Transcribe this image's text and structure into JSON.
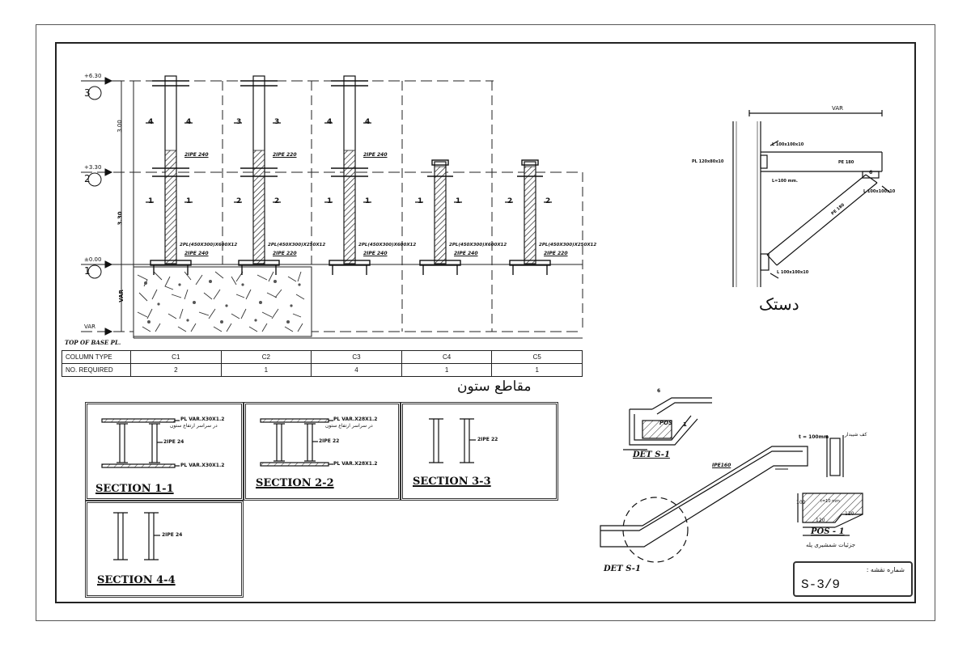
{
  "elevation": {
    "levels": [
      {
        "number": "3",
        "elev": "+6.30"
      },
      {
        "number": "2",
        "elev": "+3.30"
      },
      {
        "number": "1",
        "elev": "±0.00"
      }
    ],
    "base_elev": "VAR",
    "dims": {
      "upper": "3.00",
      "lower": "3.30",
      "bottom": "VAR"
    },
    "top_of_base_label": "TOP OF BASE PL.",
    "section_marks": {
      "upper": [
        "4",
        "3",
        "4"
      ],
      "lower": [
        "1",
        "2",
        "1",
        "1",
        "2"
      ]
    },
    "profile_labels": {
      "upper": [
        "2IPE 240",
        "2IPE 220",
        "2IPE 240"
      ],
      "lower": [
        "2IPE 240",
        "2IPE 220",
        "2IPE 240",
        "2IPE 240",
        "2IPE 220"
      ],
      "plates": [
        "2PL(450X300)X600X12",
        "2PL(450X300)X250X12",
        "2PL(450X300)X600X12",
        "2PL(450X300)X600X12",
        "2PL(450X300)X250X12"
      ]
    }
  },
  "column_table": {
    "type_label": "COLUMN TYPE",
    "required_label": "NO. REQUIRED",
    "types": [
      "C1",
      "C2",
      "C3",
      "C4",
      "C5"
    ],
    "counts": [
      "2",
      "1",
      "4",
      "1",
      "1"
    ]
  },
  "sections": {
    "title": "مقاطع ستون",
    "s1": {
      "title": "SECTION 1-1",
      "plate_top": "PL VAR.X30X1.2",
      "note": "در سراسر ارتفاع ستون",
      "profile": "2IPE 24",
      "plate_bottom": "PL VAR.X30X1.2"
    },
    "s2": {
      "title": "SECTION 2-2",
      "plate_top": "PL VAR.X28X1.2",
      "note": "در سراسر ارتفاع ستون",
      "profile": "2IPE 22",
      "plate_bottom": "PL VAR.X28X1.2"
    },
    "s3": {
      "title": "SECTION 3-3",
      "profile": "2IPE 22"
    },
    "s4": {
      "title": "SECTION 4-4",
      "profile": "2IPE 24"
    }
  },
  "bracket": {
    "title": "دستک",
    "var_label": "VAR",
    "plate": "PL 120x80x10",
    "beam": "PE 180",
    "brace": "PE 180",
    "angle_top": "L 100x100x10",
    "angle_note": "L=100 mm.",
    "angle_right": "L 100x100x10",
    "angle_bottom": "L 100x100x10",
    "weld": "6"
  },
  "stair": {
    "det_label": "DET S-1",
    "pos_label": "POS",
    "pos_num": "1",
    "profile": "IPE160",
    "dim_t": "t = 100mm",
    "stringer_note": "کف شیبدار",
    "pos_detail_title": "POS - 1",
    "pos_detail_caption": "جزئیات شمشیری پله",
    "pos_dims": [
      "100",
      "120",
      "120",
      "t=10 mm"
    ],
    "circle_label": "DET S-1",
    "weld": "6"
  },
  "sheet": {
    "label": "شماره نقشه :",
    "number": "S-3/9"
  }
}
